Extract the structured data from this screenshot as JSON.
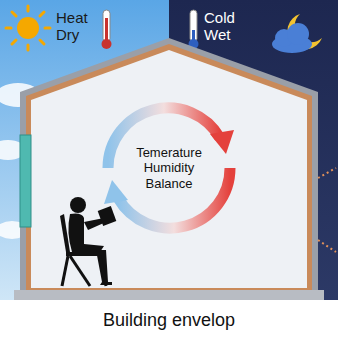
{
  "diagram": {
    "caption": "Building envelop",
    "nodes": [
      {
        "text": [
          "Temerature Humidity Balance"
        ]
      }
    ],
    "labels": [
      "Heat Dry",
      "Cold Wet"
    ]
  }
}
